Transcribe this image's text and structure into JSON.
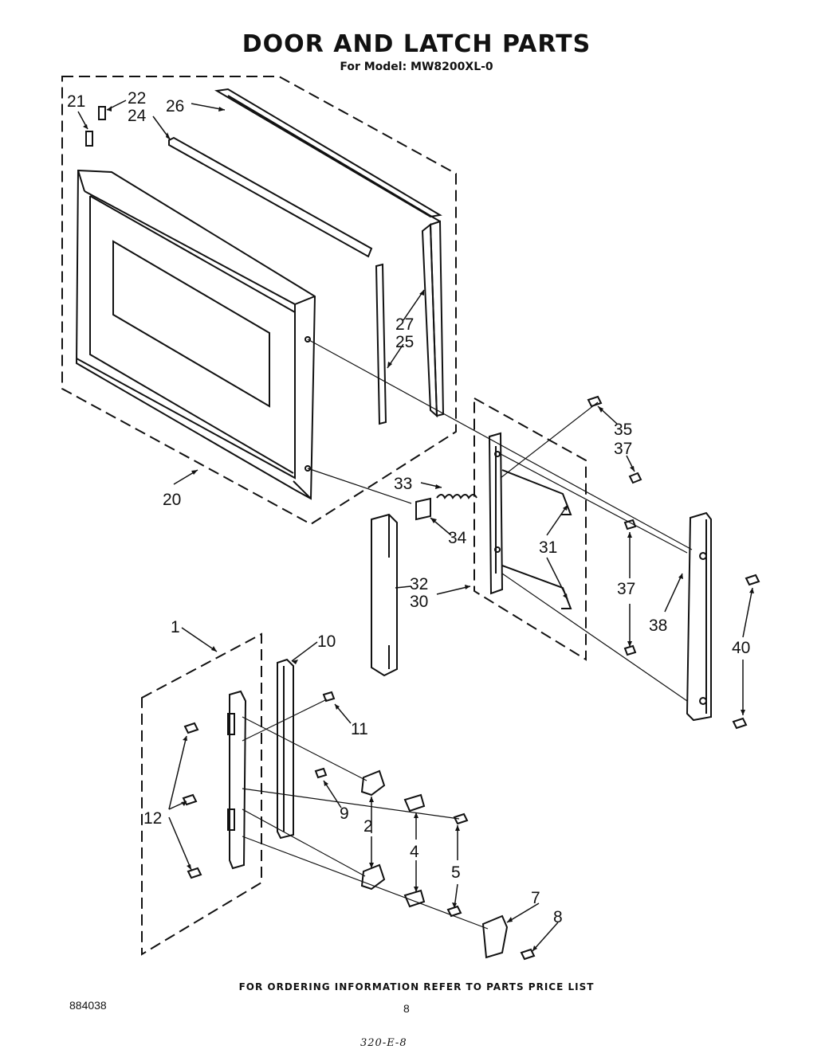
{
  "header": {
    "title": "DOOR AND LATCH PARTS",
    "subtitle": "For Model: MW8200XL-0"
  },
  "callouts": {
    "c1": "1",
    "c2": "2",
    "c4": "4",
    "c5": "5",
    "c7": "7",
    "c8": "8",
    "c9": "9",
    "c10": "10",
    "c11": "11",
    "c12": "12",
    "c20": "20",
    "c21": "21",
    "c22": "22",
    "c24": "24",
    "c25": "25",
    "c26": "26",
    "c27": "27",
    "c30": "30",
    "c31": "31",
    "c32": "32",
    "c33": "33",
    "c34": "34",
    "c35": "35",
    "c37a": "37",
    "c37b": "37",
    "c38": "38",
    "c40": "40"
  },
  "footer": {
    "ordering_note": "FOR ORDERING INFORMATION REFER TO PARTS PRICE LIST",
    "doc_number": "884038",
    "page_number": "8",
    "handwritten_note": "320-E-8"
  }
}
